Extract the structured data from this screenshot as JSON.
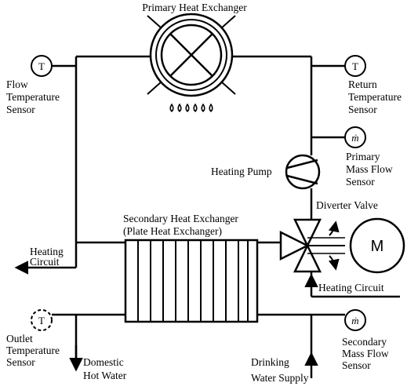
{
  "labels": {
    "primary_hx": "Primary Heat Exchanger",
    "flow_temp": [
      "Flow",
      "Temperature",
      "Sensor"
    ],
    "return_temp": [
      "Return",
      "Temperature",
      "Sensor"
    ],
    "primary_mass": [
      "Primary",
      "Mass Flow",
      "Sensor"
    ],
    "heating_pump": "Heating Pump",
    "diverter_valve": "Diverter Valve",
    "secondary_hx": [
      "Secondary Heat Exchanger",
      "(Plate Heat Exchanger)"
    ],
    "heating_circuit_left": [
      "Heating",
      "Circuit"
    ],
    "heating_circuit_right": "Heating Circuit",
    "outlet_temp": [
      "Outlet",
      "Temperature",
      "Sensor"
    ],
    "domestic_hot_water": [
      "Domestic",
      "Hot Water"
    ],
    "drinking_water": [
      "Drinking",
      "Water Supply"
    ],
    "secondary_mass": [
      "Secondary",
      "Mass Flow",
      "Sensor"
    ]
  },
  "symbols": {
    "temperature": "T",
    "mass_flow": "ṁ",
    "motor": "M"
  }
}
